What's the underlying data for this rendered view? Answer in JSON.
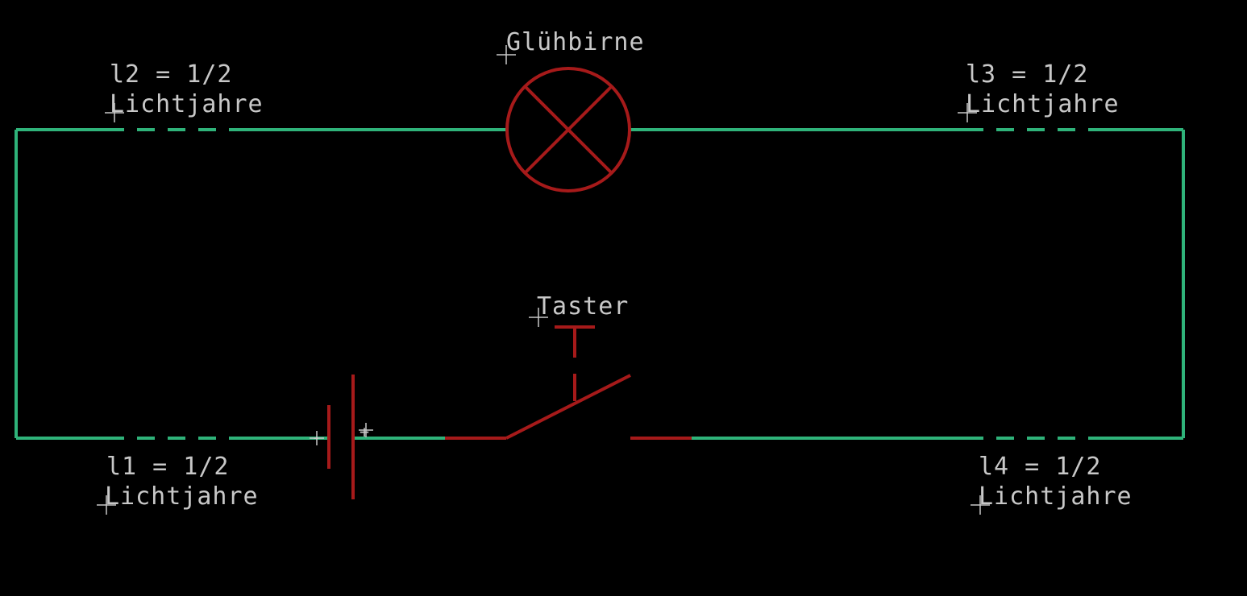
{
  "labels": {
    "lamp": "Glühbirne",
    "switch": "Taster",
    "l1_line1": "l1 = 1/2",
    "l1_line2": "Lichtjahre",
    "l2_line1": "l2 = 1/2",
    "l2_line2": "Lichtjahre",
    "l3_line1": "l3 = 1/2",
    "l3_line2": "Lichtjahre",
    "l4_line1": "l4 = 1/2",
    "l4_line2": "Lichtjahre",
    "battery_minus": "-",
    "battery_plus": "+"
  },
  "colors": {
    "background": "#000000",
    "wire": "#2fb37a",
    "component": "#a61a1a",
    "text": "#c8c8c8"
  }
}
